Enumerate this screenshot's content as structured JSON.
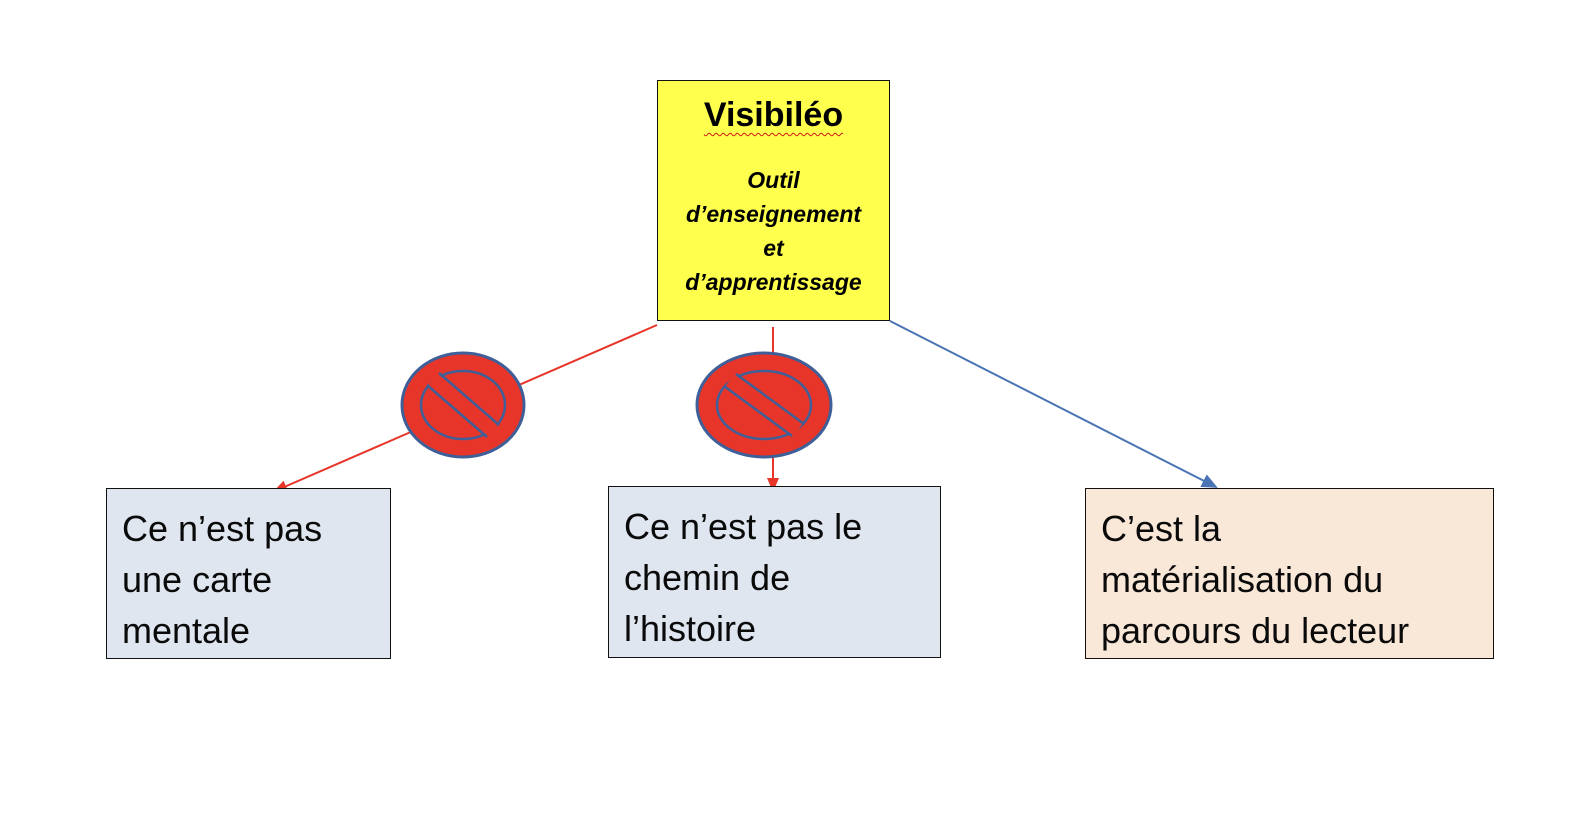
{
  "root": {
    "title": "Visibiléo",
    "subtitle": "Outil\nd’enseignement\net\nd’apprentissage"
  },
  "leaves": [
    {
      "text": "Ce n’est pas\nune carte\nmentale",
      "status": "rejected"
    },
    {
      "text": "Ce n’est pas le\nchemin de\nl’histoire",
      "status": "rejected"
    },
    {
      "text": "C’est la\nmatérialisation du\nparcours du lecteur",
      "status": "accepted"
    }
  ],
  "colors": {
    "root_fill": "#ffff4d",
    "rejected_fill": "#dfe6f0",
    "accepted_fill": "#f9e7d8",
    "rejected_arrow": "#e8352a",
    "accepted_arrow": "#4a74b4",
    "prohibition_sign": "#e8352a",
    "prohibition_outline": "#3f5f98"
  },
  "icons": {
    "prohibition": "prohibition-icon"
  }
}
